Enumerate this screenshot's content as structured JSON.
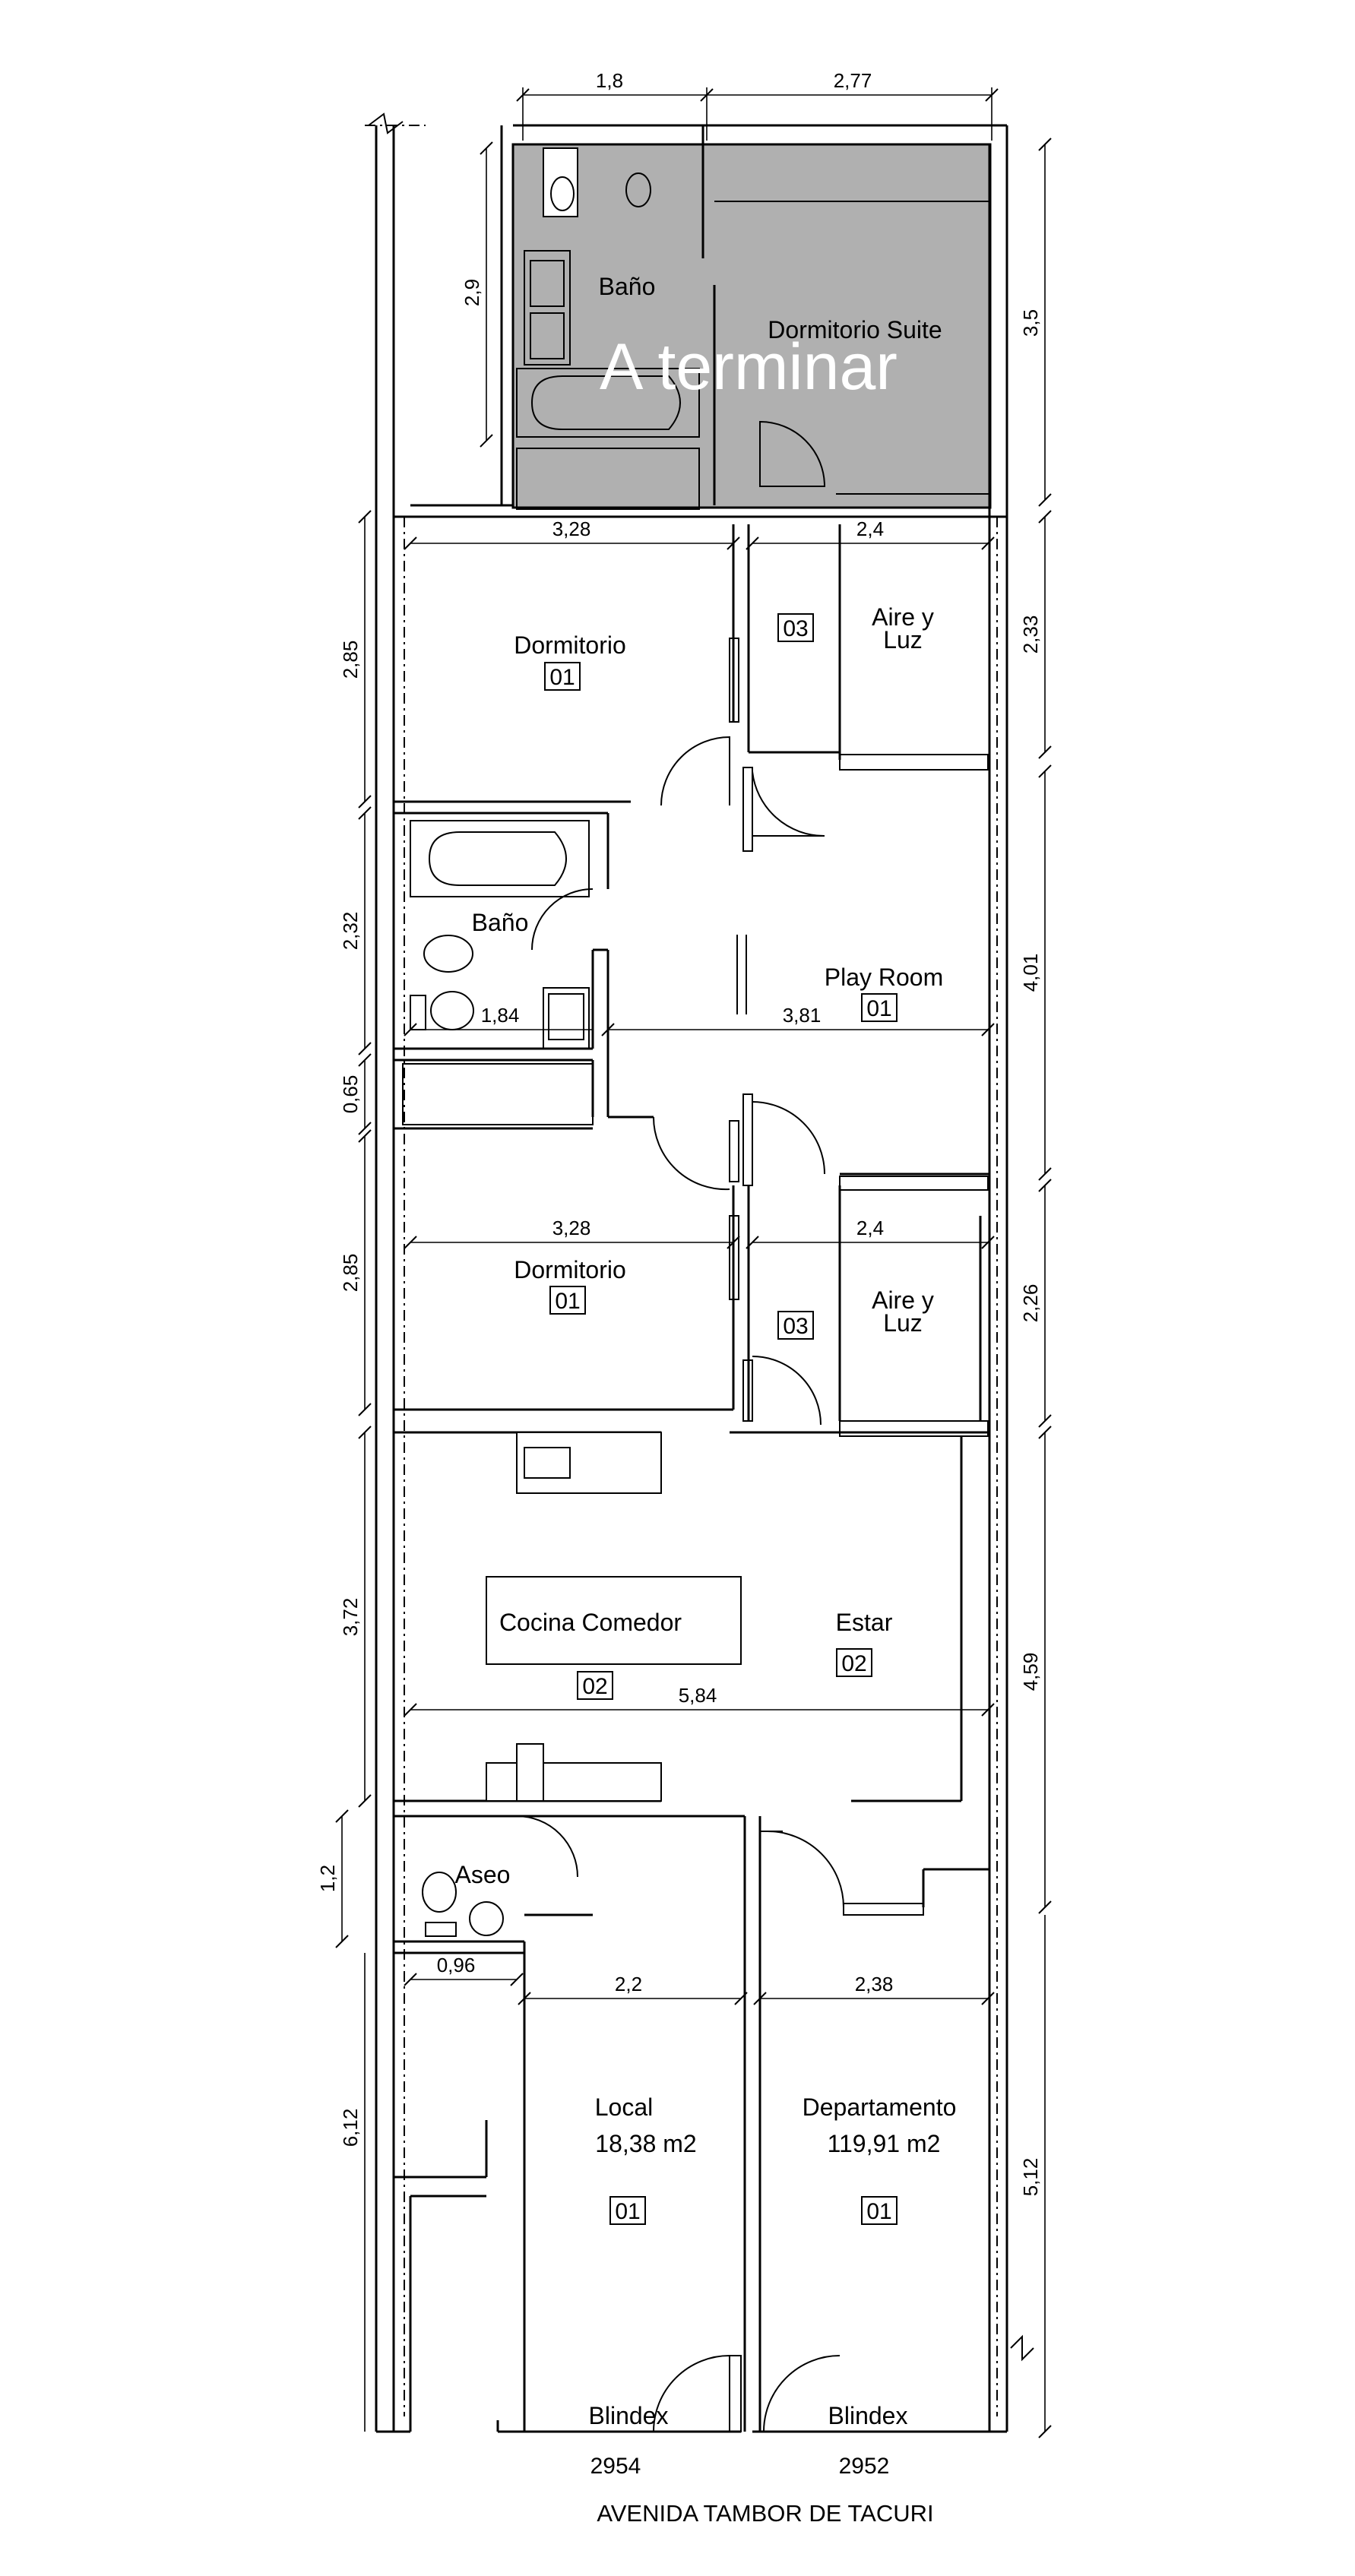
{
  "overlay": {
    "text": "A terminar",
    "fill": "#b0b0b0"
  },
  "rooms": {
    "bano_suite": "Baño",
    "dormitorio_suite": "Dormitorio Suite",
    "dormitorio_1": "Dormitorio",
    "dormitorio_1_code": "01",
    "aire_luz_1": [
      "Aire y",
      "Luz"
    ],
    "aire_luz_1_code": "03",
    "bano_2": "Baño",
    "play_room": "Play Room",
    "play_room_code": "01",
    "dormitorio_2": "Dormitorio",
    "dormitorio_2_code": "01",
    "aire_luz_2": [
      "Aire y",
      "Luz"
    ],
    "aire_luz_2_code": "03",
    "cocina_comedor": "Cocina Comedor",
    "cocina_code": "02",
    "estar": "Estar",
    "estar_code": "02",
    "aseo": "Aseo",
    "local": "Local",
    "local_area": "18,38 m2",
    "local_code": "01",
    "departamento": "Departamento",
    "departamento_area": "119,91 m2",
    "departamento_code": "01",
    "blindex_1": "Blindex",
    "blindex_2": "Blindex"
  },
  "dimensions": {
    "top_left": "1,8",
    "top_right": "2,77",
    "suite_bano_height": "2,9",
    "suite_height": "3,5",
    "dorm1_width": "3,28",
    "aire1_width": "2,4",
    "dorm1_height": "2,85",
    "aire1_height": "2,33",
    "bano2_height": "2,32",
    "bano2_width": "1,84",
    "play_width": "3,81",
    "play_height": "4,01",
    "closet_height": "0,65",
    "dorm2_width": "3,28",
    "aire2_width": "2,4",
    "dorm2_height": "2,85",
    "aire2_height": "2,26",
    "cocina_height": "3,72",
    "cocina_width": "5,84",
    "estar_height": "4,59",
    "aseo_height": "1,2",
    "aseo_width": "0,96",
    "local_width": "2,2",
    "depto_width": "2,38",
    "local_height": "6,12",
    "depto_height": "5,12"
  },
  "street": {
    "name": "AVENIDA TAMBOR DE TACURI",
    "number_left": "2954",
    "number_right": "2952"
  }
}
